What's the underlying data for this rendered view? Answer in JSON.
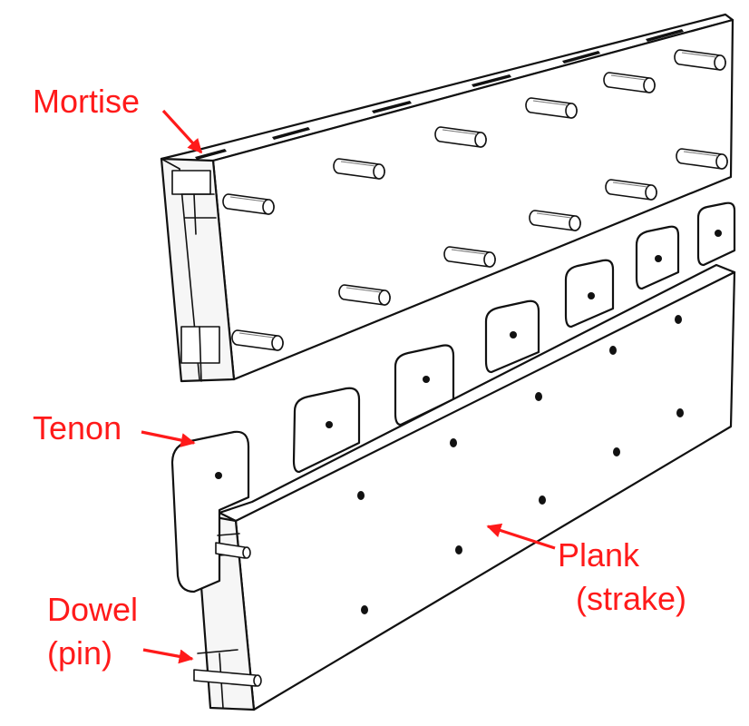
{
  "labels": {
    "mortise": "Mortise",
    "tenon": "Tenon",
    "dowel_line1": "Dowel",
    "dowel_line2": "(pin)",
    "plank_line1": "Plank",
    "plank_line2": "(strake)"
  },
  "colors": {
    "label": "#ff1a1a",
    "ink": "#111111",
    "face": "#ffffff",
    "shade": "#e9e9e9"
  }
}
